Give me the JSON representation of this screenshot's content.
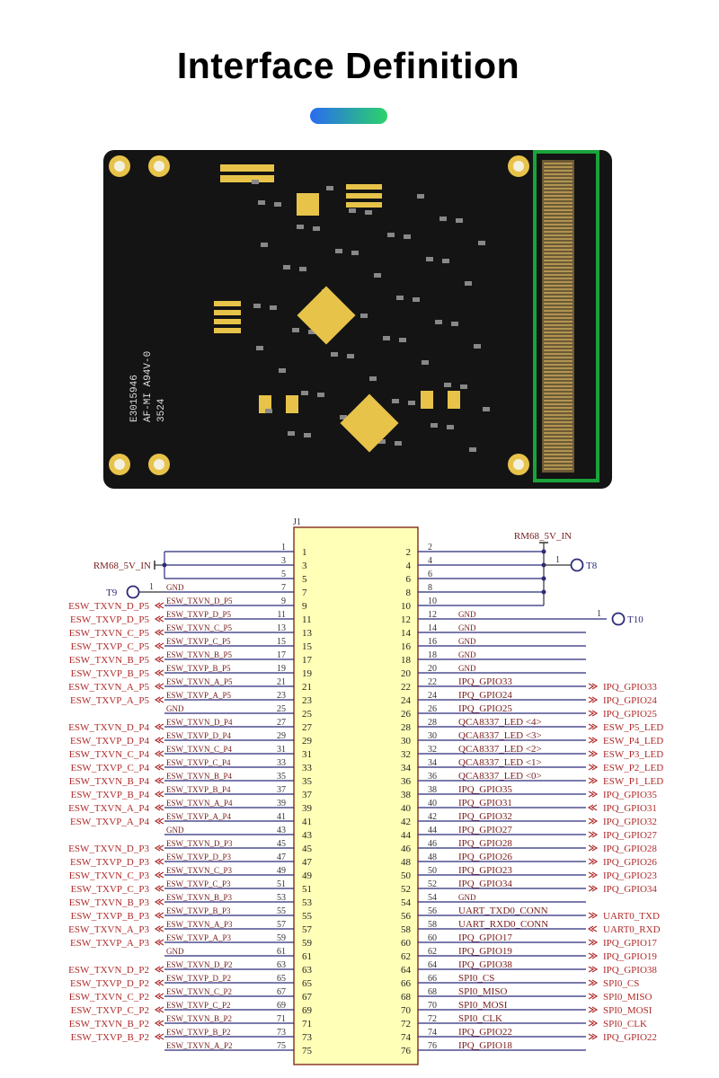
{
  "title": "Interface Definition",
  "colors": {
    "accent_start": "#2a6bf0",
    "accent_end": "#2bd36a",
    "highlight": "#1aa33a",
    "pcb": "#141414",
    "pad": "#e7c34a",
    "net": "#b02a2a",
    "wire": "#2b2b7a",
    "connector": "#ffffb8"
  },
  "pcb": {
    "silkscreen": [
      "E3015946",
      "AF-MI A94V-0",
      "3524"
    ]
  },
  "schematic": {
    "ref": "J1",
    "power_left": "RM68_5V_IN",
    "power_right": "RM68_5V_IN",
    "tp_left": "T9",
    "tp_right_power": "T8",
    "tp_right_gnd": "T10",
    "tp_pin": "1",
    "left_pins": [
      {
        "pin": "1",
        "net": "",
        "ext": "",
        "dir": ""
      },
      {
        "pin": "3",
        "net": "",
        "ext": "",
        "dir": ""
      },
      {
        "pin": "5",
        "net": "",
        "ext": "",
        "dir": ""
      },
      {
        "pin": "7",
        "net": "GND",
        "ext": "",
        "dir": ""
      },
      {
        "pin": "9",
        "net": "ESW_TXVN_D_P5",
        "ext": "ESW_TXVN_D_P5",
        "dir": "out"
      },
      {
        "pin": "11",
        "net": "ESW_TXVP_D_P5",
        "ext": "ESW_TXVP_D_P5",
        "dir": "out"
      },
      {
        "pin": "13",
        "net": "ESW_TXVN_C_P5",
        "ext": "ESW_TXVN_C_P5",
        "dir": "out"
      },
      {
        "pin": "15",
        "net": "ESW_TXVP_C_P5",
        "ext": "ESW_TXVP_C_P5",
        "dir": "out"
      },
      {
        "pin": "17",
        "net": "ESW_TXVN_B_P5",
        "ext": "ESW_TXVN_B_P5",
        "dir": "out"
      },
      {
        "pin": "19",
        "net": "ESW_TXVP_B_P5",
        "ext": "ESW_TXVP_B_P5",
        "dir": "out"
      },
      {
        "pin": "21",
        "net": "ESW_TXVN_A_P5",
        "ext": "ESW_TXVN_A_P5",
        "dir": "out"
      },
      {
        "pin": "23",
        "net": "ESW_TXVP_A_P5",
        "ext": "ESW_TXVP_A_P5",
        "dir": "out"
      },
      {
        "pin": "25",
        "net": "GND",
        "ext": "",
        "dir": ""
      },
      {
        "pin": "27",
        "net": "ESW_TXVN_D_P4",
        "ext": "ESW_TXVN_D_P4",
        "dir": "out"
      },
      {
        "pin": "29",
        "net": "ESW_TXVP_D_P4",
        "ext": "ESW_TXVP_D_P4",
        "dir": "out"
      },
      {
        "pin": "31",
        "net": "ESW_TXVN_C_P4",
        "ext": "ESW_TXVN_C_P4",
        "dir": "out"
      },
      {
        "pin": "33",
        "net": "ESW_TXVP_C_P4",
        "ext": "ESW_TXVP_C_P4",
        "dir": "out"
      },
      {
        "pin": "35",
        "net": "ESW_TXVN_B_P4",
        "ext": "ESW_TXVN_B_P4",
        "dir": "out"
      },
      {
        "pin": "37",
        "net": "ESW_TXVP_B_P4",
        "ext": "ESW_TXVP_B_P4",
        "dir": "out"
      },
      {
        "pin": "39",
        "net": "ESW_TXVN_A_P4",
        "ext": "ESW_TXVN_A_P4",
        "dir": "out"
      },
      {
        "pin": "41",
        "net": "ESW_TXVP_A_P4",
        "ext": "ESW_TXVP_A_P4",
        "dir": "out"
      },
      {
        "pin": "43",
        "net": "GND",
        "ext": "",
        "dir": ""
      },
      {
        "pin": "45",
        "net": "ESW_TXVN_D_P3",
        "ext": "ESW_TXVN_D_P3",
        "dir": "out"
      },
      {
        "pin": "47",
        "net": "ESW_TXVP_D_P3",
        "ext": "ESW_TXVP_D_P3",
        "dir": "out"
      },
      {
        "pin": "49",
        "net": "ESW_TXVN_C_P3",
        "ext": "ESW_TXVN_C_P3",
        "dir": "out"
      },
      {
        "pin": "51",
        "net": "ESW_TXVP_C_P3",
        "ext": "ESW_TXVP_C_P3",
        "dir": "out"
      },
      {
        "pin": "53",
        "net": "ESW_TXVN_B_P3",
        "ext": "ESW_TXVN_B_P3",
        "dir": "out"
      },
      {
        "pin": "55",
        "net": "ESW_TXVP_B_P3",
        "ext": "ESW_TXVP_B_P3",
        "dir": "out"
      },
      {
        "pin": "57",
        "net": "ESW_TXVN_A_P3",
        "ext": "ESW_TXVN_A_P3",
        "dir": "out"
      },
      {
        "pin": "59",
        "net": "ESW_TXVP_A_P3",
        "ext": "ESW_TXVP_A_P3",
        "dir": "out"
      },
      {
        "pin": "61",
        "net": "GND",
        "ext": "",
        "dir": ""
      },
      {
        "pin": "63",
        "net": "ESW_TXVN_D_P2",
        "ext": "ESW_TXVN_D_P2",
        "dir": "out"
      },
      {
        "pin": "65",
        "net": "ESW_TXVP_D_P2",
        "ext": "ESW_TXVP_D_P2",
        "dir": "out"
      },
      {
        "pin": "67",
        "net": "ESW_TXVN_C_P2",
        "ext": "ESW_TXVN_C_P2",
        "dir": "out"
      },
      {
        "pin": "69",
        "net": "ESW_TXVP_C_P2",
        "ext": "ESW_TXVP_C_P2",
        "dir": "out"
      },
      {
        "pin": "71",
        "net": "ESW_TXVN_B_P2",
        "ext": "ESW_TXVN_B_P2",
        "dir": "out"
      },
      {
        "pin": "73",
        "net": "ESW_TXVP_B_P2",
        "ext": "ESW_TXVP_B_P2",
        "dir": "out"
      },
      {
        "pin": "75",
        "net": "ESW_TXVN_A_P2",
        "ext": "",
        "dir": ""
      }
    ],
    "right_pins": [
      {
        "pin": "2",
        "net": "",
        "ext": "",
        "dir": ""
      },
      {
        "pin": "4",
        "net": "",
        "ext": "",
        "dir": ""
      },
      {
        "pin": "6",
        "net": "",
        "ext": "",
        "dir": ""
      },
      {
        "pin": "8",
        "net": "",
        "ext": "",
        "dir": ""
      },
      {
        "pin": "10",
        "net": "",
        "ext": "",
        "dir": ""
      },
      {
        "pin": "12",
        "net": "GND",
        "ext": "",
        "dir": ""
      },
      {
        "pin": "14",
        "net": "GND",
        "ext": "",
        "dir": ""
      },
      {
        "pin": "16",
        "net": "GND",
        "ext": "",
        "dir": ""
      },
      {
        "pin": "18",
        "net": "GND",
        "ext": "",
        "dir": ""
      },
      {
        "pin": "20",
        "net": "GND",
        "ext": "",
        "dir": ""
      },
      {
        "pin": "22",
        "net": "IPQ_GPIO33",
        "ext": "IPQ_GPIO33",
        "dir": "out"
      },
      {
        "pin": "24",
        "net": "IPQ_GPIO24",
        "ext": "IPQ_GPIO24",
        "dir": "out"
      },
      {
        "pin": "26",
        "net": "IPQ_GPIO25",
        "ext": "IPQ_GPIO25",
        "dir": "out"
      },
      {
        "pin": "28",
        "net": "QCA8337_LED <4>",
        "ext": "ESW_P5_LED",
        "dir": "out"
      },
      {
        "pin": "30",
        "net": "QCA8337_LED <3>",
        "ext": "ESW_P4_LED",
        "dir": "out"
      },
      {
        "pin": "32",
        "net": "QCA8337_LED <2>",
        "ext": "ESW_P3_LED",
        "dir": "out"
      },
      {
        "pin": "34",
        "net": "QCA8337_LED <1>",
        "ext": "ESW_P2_LED",
        "dir": "out"
      },
      {
        "pin": "36",
        "net": "QCA8337_LED <0>",
        "ext": "ESW_P1_LED",
        "dir": "out"
      },
      {
        "pin": "38",
        "net": "IPQ_GPIO35",
        "ext": "IPQ_GPIO35",
        "dir": "out"
      },
      {
        "pin": "40",
        "net": "IPQ_GPIO31",
        "ext": "IPQ_GPIO31",
        "dir": "in"
      },
      {
        "pin": "42",
        "net": "IPQ_GPIO32",
        "ext": "IPQ_GPIO32",
        "dir": "out"
      },
      {
        "pin": "44",
        "net": "IPQ_GPIO27",
        "ext": "IPQ_GPIO27",
        "dir": "out"
      },
      {
        "pin": "46",
        "net": "IPQ_GPIO28",
        "ext": "IPQ_GPIO28",
        "dir": "out"
      },
      {
        "pin": "48",
        "net": "IPQ_GPIO26",
        "ext": "IPQ_GPIO26",
        "dir": "out"
      },
      {
        "pin": "50",
        "net": "IPQ_GPIO23",
        "ext": "IPQ_GPIO23",
        "dir": "out"
      },
      {
        "pin": "52",
        "net": "IPQ_GPIO34",
        "ext": "IPQ_GPIO34",
        "dir": "out"
      },
      {
        "pin": "54",
        "net": "GND",
        "ext": "",
        "dir": ""
      },
      {
        "pin": "56",
        "net": "UART_TXD0_CONN",
        "ext": "UART0_TXD",
        "dir": "out"
      },
      {
        "pin": "58",
        "net": "UART_RXD0_CONN",
        "ext": "UART0_RXD",
        "dir": "in"
      },
      {
        "pin": "60",
        "net": "IPQ_GPIO17",
        "ext": "IPQ_GPIO17",
        "dir": "out"
      },
      {
        "pin": "62",
        "net": "IPQ_GPIO19",
        "ext": "IPQ_GPIO19",
        "dir": "out"
      },
      {
        "pin": "64",
        "net": "IPQ_GPIO38",
        "ext": "IPQ_GPIO38",
        "dir": "out"
      },
      {
        "pin": "66",
        "net": "SPI0_CS",
        "ext": "SPI0_CS",
        "dir": "out"
      },
      {
        "pin": "68",
        "net": "SPI0_MISO",
        "ext": "SPI0_MISO",
        "dir": "out"
      },
      {
        "pin": "70",
        "net": "SPI0_MOSI",
        "ext": "SPI0_MOSI",
        "dir": "out"
      },
      {
        "pin": "72",
        "net": "SPI0_CLK",
        "ext": "SPI0_CLK",
        "dir": "out"
      },
      {
        "pin": "74",
        "net": "IPQ_GPIO22",
        "ext": "IPQ_GPIO22",
        "dir": "out"
      },
      {
        "pin": "76",
        "net": "IPQ_GPIO18",
        "ext": "",
        "dir": ""
      }
    ]
  }
}
